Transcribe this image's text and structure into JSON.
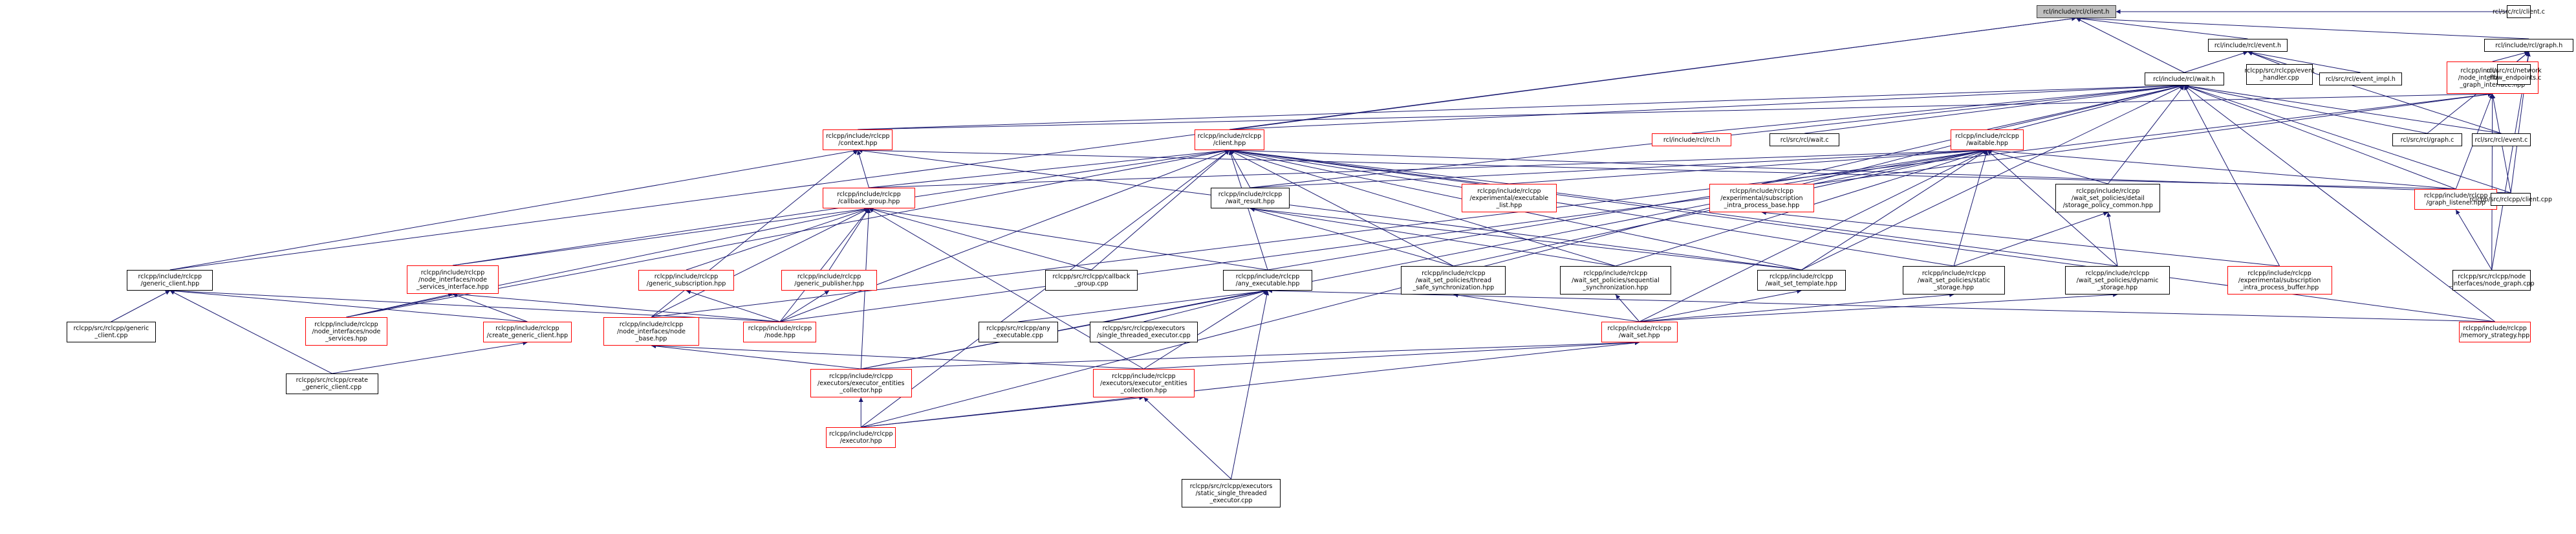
{
  "graph": {
    "edge_color": "#191970",
    "nodes": [
      {
        "id": "n0",
        "label": "rcl/include/rcl/client.h",
        "style": "root"
      },
      {
        "id": "n1",
        "label": "rcl/include/rcl/event.h",
        "style": "black"
      },
      {
        "id": "n2",
        "label": "rcl/include/rcl/graph.h",
        "style": "black"
      },
      {
        "id": "n3",
        "label": "rcl/src/rcl/client.c",
        "style": "black"
      },
      {
        "id": "n4",
        "label": "rcl/include/rcl/wait.h",
        "style": "black"
      },
      {
        "id": "n5",
        "label": "rclcpp/src/rclcpp/event\n_handler.cpp",
        "style": "black"
      },
      {
        "id": "n6",
        "label": "rcl/src/rcl/event_impl.h",
        "style": "black"
      },
      {
        "id": "n7",
        "label": "rclcpp/include/rclcpp\n/node_interfaces/node\n_graph_interface.hpp",
        "style": "red"
      },
      {
        "id": "n8",
        "label": "rcl/src/rcl/network\n_flow_endpoints.c",
        "style": "black"
      },
      {
        "id": "n9",
        "label": "rclcpp/include/rclcpp\n/context.hpp",
        "style": "red"
      },
      {
        "id": "n10",
        "label": "rclcpp/include/rclcpp\n/client.hpp",
        "style": "red"
      },
      {
        "id": "n11",
        "label": "rcl/include/rcl/rcl.h",
        "style": "red"
      },
      {
        "id": "n12",
        "label": "rcl/src/rcl/wait.c",
        "style": "black"
      },
      {
        "id": "n13",
        "label": "rclcpp/include/rclcpp\n/waitable.hpp",
        "style": "red"
      },
      {
        "id": "n14",
        "label": "rcl/src/rcl/graph.c",
        "style": "black"
      },
      {
        "id": "n15",
        "label": "rcl/src/rcl/event.c",
        "style": "black"
      },
      {
        "id": "n16",
        "label": "rclcpp/include/rclcpp\n/graph_listener.hpp",
        "style": "red"
      },
      {
        "id": "n17",
        "label": "rclcpp/src/rclcpp/client.cpp",
        "style": "black"
      },
      {
        "id": "n18",
        "label": "rclcpp/include/rclcpp\n/callback_group.hpp",
        "style": "red"
      },
      {
        "id": "n19",
        "label": "rclcpp/include/rclcpp\n/wait_result.hpp",
        "style": "black"
      },
      {
        "id": "n20",
        "label": "rclcpp/include/rclcpp\n/experimental/executable\n_list.hpp",
        "style": "red"
      },
      {
        "id": "n21",
        "label": "rclcpp/include/rclcpp\n/experimental/subscription\n_intra_process_base.hpp",
        "style": "red"
      },
      {
        "id": "n22",
        "label": "rclcpp/include/rclcpp\n/wait_set_policies/detail\n/storage_policy_common.hpp",
        "style": "black"
      },
      {
        "id": "n23",
        "label": "rclcpp/src/rclcpp/node\n_interfaces/node_graph.cpp",
        "style": "black"
      },
      {
        "id": "n24",
        "label": "rclcpp/include/rclcpp\n/generic_client.hpp",
        "style": "black"
      },
      {
        "id": "n25",
        "label": "rclcpp/include/rclcpp\n/node_interfaces/node\n_services_interface.hpp",
        "style": "red"
      },
      {
        "id": "n26",
        "label": "rclcpp/include/rclcpp\n/generic_subscription.hpp",
        "style": "red"
      },
      {
        "id": "n27",
        "label": "rclcpp/include/rclcpp\n/generic_publisher.hpp",
        "style": "red"
      },
      {
        "id": "n28",
        "label": "rclcpp/src/rclcpp/callback\n_group.cpp",
        "style": "black"
      },
      {
        "id": "n29",
        "label": "rclcpp/include/rclcpp\n/any_executable.hpp",
        "style": "black"
      },
      {
        "id": "n30",
        "label": "rclcpp/include/rclcpp\n/wait_set_policies/thread\n_safe_synchronization.hpp",
        "style": "black"
      },
      {
        "id": "n31",
        "label": "rclcpp/include/rclcpp\n/wait_set_policies/sequential\n_synchronization.hpp",
        "style": "black"
      },
      {
        "id": "n32",
        "label": "rclcpp/include/rclcpp\n/wait_set_template.hpp",
        "style": "black"
      },
      {
        "id": "n33",
        "label": "rclcpp/include/rclcpp\n/wait_set_policies/static\n_storage.hpp",
        "style": "black"
      },
      {
        "id": "n34",
        "label": "rclcpp/include/rclcpp\n/wait_set_policies/dynamic\n_storage.hpp",
        "style": "black"
      },
      {
        "id": "n35",
        "label": "rclcpp/include/rclcpp\n/experimental/subscription\n_intra_process_buffer.hpp",
        "style": "red"
      },
      {
        "id": "n36",
        "label": "rclcpp/src/rclcpp/generic\n_client.cpp",
        "style": "black"
      },
      {
        "id": "n37",
        "label": "rclcpp/include/rclcpp\n/node_interfaces/node\n_services.hpp",
        "style": "red"
      },
      {
        "id": "n38",
        "label": "rclcpp/include/rclcpp\n/create_generic_client.hpp",
        "style": "red"
      },
      {
        "id": "n39",
        "label": "rclcpp/include/rclcpp\n/node_interfaces/node\n_base.hpp",
        "style": "red"
      },
      {
        "id": "n40",
        "label": "rclcpp/include/rclcpp\n/node.hpp",
        "style": "red"
      },
      {
        "id": "n41",
        "label": "rclcpp/src/rclcpp/any\n_executable.cpp",
        "style": "black"
      },
      {
        "id": "n42",
        "label": "rclcpp/src/rclcpp/executors\n/single_threaded_executor.cpp",
        "style": "black"
      },
      {
        "id": "n43",
        "label": "rclcpp/include/rclcpp\n/wait_set.hpp",
        "style": "red"
      },
      {
        "id": "n44",
        "label": "rclcpp/include/rclcpp\n/memory_strategy.hpp",
        "style": "red"
      },
      {
        "id": "n45",
        "label": "rclcpp/src/rclcpp/create\n_generic_client.cpp",
        "style": "black"
      },
      {
        "id": "n46",
        "label": "rclcpp/include/rclcpp\n/executors/executor_entities\n_collector.hpp",
        "style": "red"
      },
      {
        "id": "n47",
        "label": "rclcpp/include/rclcpp\n/executors/executor_entities\n_collection.hpp",
        "style": "red"
      },
      {
        "id": "n48",
        "label": "rclcpp/include/rclcpp\n/executor.hpp",
        "style": "red"
      },
      {
        "id": "n49",
        "label": "rclcpp/src/rclcpp/executors\n/static_single_threaded\n_executor.cpp",
        "style": "black"
      }
    ],
    "edges": [
      [
        "n0",
        "n1"
      ],
      [
        "n0",
        "n2"
      ],
      [
        "n0",
        "n3"
      ],
      [
        "n0",
        "n4"
      ],
      [
        "n0",
        "n10"
      ],
      [
        "n0",
        "n24"
      ],
      [
        "n1",
        "n4"
      ],
      [
        "n1",
        "n5"
      ],
      [
        "n1",
        "n6"
      ],
      [
        "n1",
        "n15"
      ],
      [
        "n2",
        "n7"
      ],
      [
        "n2",
        "n8"
      ],
      [
        "n2",
        "n14"
      ],
      [
        "n2",
        "n17"
      ],
      [
        "n2",
        "n23"
      ],
      [
        "n4",
        "n9"
      ],
      [
        "n4",
        "n10"
      ],
      [
        "n4",
        "n11"
      ],
      [
        "n4",
        "n12"
      ],
      [
        "n4",
        "n13"
      ],
      [
        "n4",
        "n14"
      ],
      [
        "n4",
        "n15"
      ],
      [
        "n4",
        "n16"
      ],
      [
        "n4",
        "n19"
      ],
      [
        "n4",
        "n21"
      ],
      [
        "n4",
        "n22"
      ],
      [
        "n4",
        "n32"
      ],
      [
        "n4",
        "n35"
      ],
      [
        "n4",
        "n44"
      ],
      [
        "n4",
        "n48"
      ],
      [
        "n4",
        "n17"
      ],
      [
        "n7",
        "n9"
      ],
      [
        "n7",
        "n16"
      ],
      [
        "n7",
        "n23"
      ],
      [
        "n7",
        "n17"
      ],
      [
        "n7",
        "n40"
      ],
      [
        "n7",
        "n39"
      ],
      [
        "n9",
        "n18"
      ],
      [
        "n9",
        "n24"
      ],
      [
        "n9",
        "n39"
      ],
      [
        "n9",
        "n16"
      ],
      [
        "n9",
        "n32"
      ],
      [
        "n10",
        "n17"
      ],
      [
        "n10",
        "n18"
      ],
      [
        "n10",
        "n19"
      ],
      [
        "n10",
        "n20"
      ],
      [
        "n10",
        "n25"
      ],
      [
        "n10",
        "n28"
      ],
      [
        "n10",
        "n29"
      ],
      [
        "n10",
        "n30"
      ],
      [
        "n10",
        "n31"
      ],
      [
        "n10",
        "n32"
      ],
      [
        "n10",
        "n33"
      ],
      [
        "n10",
        "n34"
      ],
      [
        "n10",
        "n37"
      ],
      [
        "n10",
        "n40"
      ],
      [
        "n10",
        "n48"
      ],
      [
        "n10",
        "n44"
      ],
      [
        "n13",
        "n18"
      ],
      [
        "n13",
        "n19"
      ],
      [
        "n13",
        "n20"
      ],
      [
        "n13",
        "n21"
      ],
      [
        "n13",
        "n22"
      ],
      [
        "n13",
        "n29"
      ],
      [
        "n13",
        "n30"
      ],
      [
        "n13",
        "n31"
      ],
      [
        "n13",
        "n32"
      ],
      [
        "n13",
        "n33"
      ],
      [
        "n13",
        "n34"
      ],
      [
        "n13",
        "n43"
      ],
      [
        "n13",
        "n46"
      ],
      [
        "n13",
        "n16"
      ],
      [
        "n16",
        "n23"
      ],
      [
        "n18",
        "n25"
      ],
      [
        "n18",
        "n26"
      ],
      [
        "n18",
        "n27"
      ],
      [
        "n18",
        "n28"
      ],
      [
        "n18",
        "n29"
      ],
      [
        "n18",
        "n39"
      ],
      [
        "n18",
        "n40"
      ],
      [
        "n18",
        "n46"
      ],
      [
        "n18",
        "n47"
      ],
      [
        "n18",
        "n37"
      ],
      [
        "n19",
        "n30"
      ],
      [
        "n19",
        "n31"
      ],
      [
        "n19",
        "n32"
      ],
      [
        "n21",
        "n35"
      ],
      [
        "n22",
        "n33"
      ],
      [
        "n22",
        "n34"
      ],
      [
        "n24",
        "n36"
      ],
      [
        "n24",
        "n38"
      ],
      [
        "n24",
        "n40"
      ],
      [
        "n24",
        "n45"
      ],
      [
        "n25",
        "n37"
      ],
      [
        "n25",
        "n38"
      ],
      [
        "n25",
        "n40"
      ],
      [
        "n26",
        "n40"
      ],
      [
        "n27",
        "n40"
      ],
      [
        "n29",
        "n41"
      ],
      [
        "n29",
        "n42"
      ],
      [
        "n29",
        "n44"
      ],
      [
        "n29",
        "n46"
      ],
      [
        "n29",
        "n47"
      ],
      [
        "n29",
        "n49"
      ],
      [
        "n30",
        "n43"
      ],
      [
        "n31",
        "n43"
      ],
      [
        "n32",
        "n43"
      ],
      [
        "n33",
        "n43"
      ],
      [
        "n34",
        "n43"
      ],
      [
        "n38",
        "n45"
      ],
      [
        "n39",
        "n46"
      ],
      [
        "n39",
        "n47"
      ],
      [
        "n43",
        "n46"
      ],
      [
        "n43",
        "n47"
      ],
      [
        "n43",
        "n48"
      ],
      [
        "n46",
        "n48"
      ],
      [
        "n47",
        "n48"
      ],
      [
        "n47",
        "n49"
      ]
    ]
  }
}
